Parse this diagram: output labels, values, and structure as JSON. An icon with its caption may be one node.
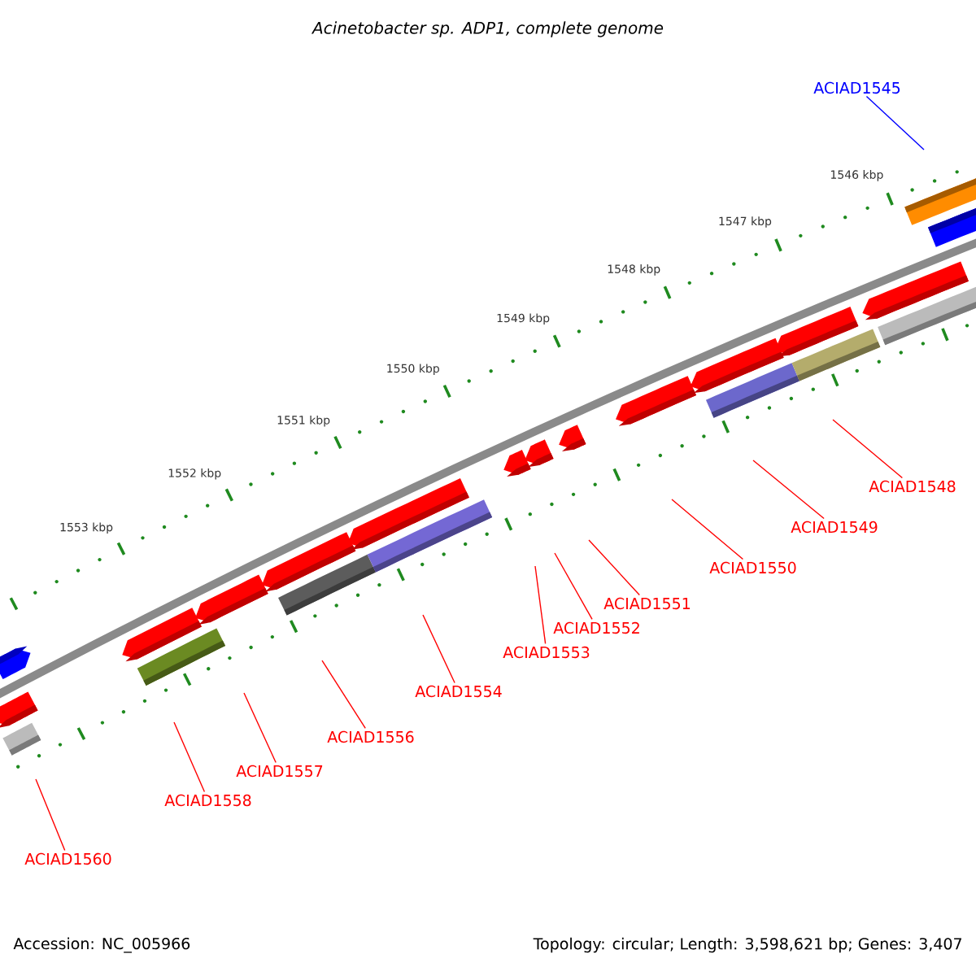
{
  "diagram": {
    "title": "Acinetobacter sp. ADP1, complete genome",
    "nodes": [
      {
        "text": [
          "ACIAD1545"
        ]
      },
      {
        "text": [
          "ACIAD1548"
        ]
      },
      {
        "text": [
          "ACIAD1549"
        ]
      },
      {
        "text": [
          "ACIAD1550"
        ]
      },
      {
        "text": [
          "ACIAD1551"
        ]
      },
      {
        "text": [
          "ACIAD1552"
        ]
      },
      {
        "text": [
          "ACIAD1553"
        ]
      },
      {
        "text": [
          "ACIAD1554"
        ]
      },
      {
        "text": [
          "ACIAD1556"
        ]
      },
      {
        "text": [
          "ACIAD1557"
        ]
      },
      {
        "text": [
          "ACIAD1558"
        ]
      },
      {
        "text": [
          "ACIAD1560"
        ]
      }
    ],
    "edges": [
      {
        "from": 0,
        "to": null,
        "arrow": "none",
        "color": "#0000ff"
      },
      {
        "from": 1,
        "to": null,
        "arrow": "none"
      },
      {
        "from": 2,
        "to": null,
        "arrow": "none"
      },
      {
        "from": 3,
        "to": null,
        "arrow": "none"
      },
      {
        "from": 4,
        "to": null,
        "arrow": "none"
      },
      {
        "from": 5,
        "to": null,
        "arrow": "none"
      },
      {
        "from": 6,
        "to": null,
        "arrow": "none"
      },
      {
        "from": 7,
        "to": null,
        "arrow": "none"
      },
      {
        "from": 8,
        "to": null,
        "arrow": "none"
      },
      {
        "from": 9,
        "to": null,
        "arrow": "none"
      },
      {
        "from": 10,
        "to": null,
        "arrow": "none"
      },
      {
        "from": 11,
        "to": null,
        "arrow": "none"
      }
    ],
    "labels": [
      "1546 kbp",
      "1547 kbp",
      "1548 kbp",
      "1549 kbp",
      "1550 kbp",
      "1551 kbp",
      "1552 kbp",
      "1553 kbp",
      "Accession: NC_005966",
      "Topology: circular; Length: 3,598,621 bp; Genes: 3,407"
    ]
  }
}
